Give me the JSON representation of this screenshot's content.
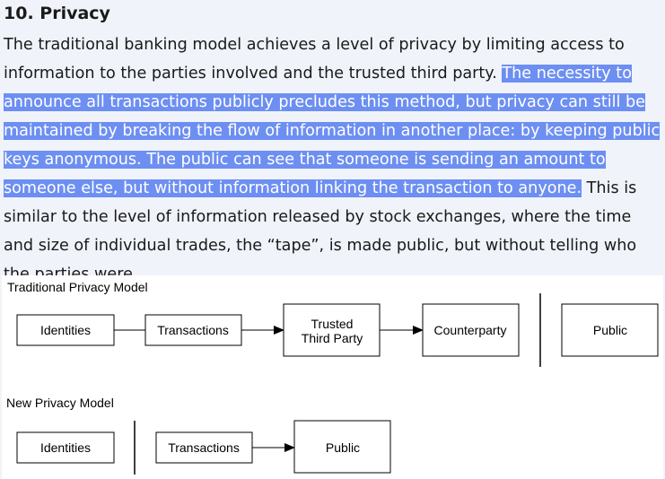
{
  "heading": "10. Privacy",
  "paragraph": {
    "before": "The traditional banking model achieves a level of privacy by limiting access to information to the parties involved and the trusted third party. ",
    "highlighted": "The necessity to announce all transactions publicly precludes this method, but privacy can still be maintained by breaking the flow of information in another place: by keeping public keys anonymous. The public can see that someone is sending an amount to someone else, but without information linking the transaction to anyone.",
    "after": " This is similar to the level of information released by stock exchanges, where the time and size of individual trades, the “tape”, is made public, but without telling who the parties were."
  },
  "diagram": {
    "traditional": {
      "title": "Traditional Privacy Model",
      "identities": "Identities",
      "transactions": "Transactions",
      "trusted_line1": "Trusted",
      "trusted_line2": "Third Party",
      "counterparty": "Counterparty",
      "public": "Public"
    },
    "new": {
      "title": "New Privacy Model",
      "identities": "Identities",
      "transactions": "Transactions",
      "public": "Public"
    }
  }
}
